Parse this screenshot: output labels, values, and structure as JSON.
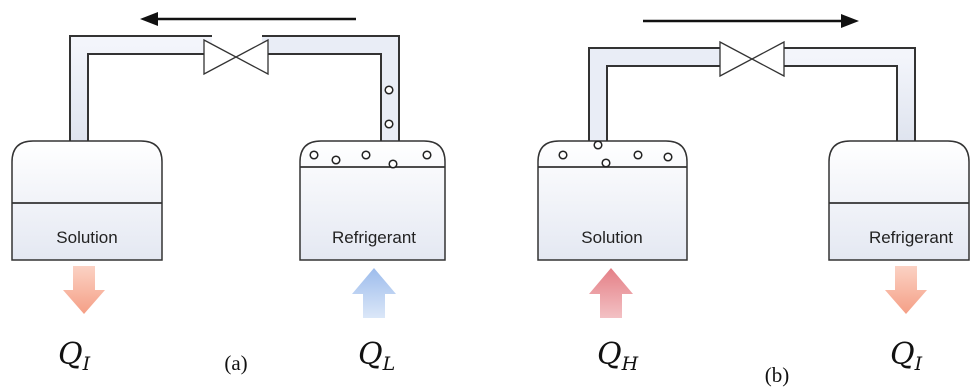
{
  "panel_a": {
    "caption": "(a)",
    "left_tank": {
      "label": "Solution"
    },
    "right_tank": {
      "label": "Refrigerant"
    },
    "left_heat": {
      "symbol": "Q",
      "subscript": "I"
    },
    "right_heat": {
      "symbol": "Q",
      "subscript": "L"
    },
    "flow_direction": "right-to-left"
  },
  "panel_b": {
    "caption": "(b)",
    "left_tank": {
      "label": "Solution"
    },
    "right_tank": {
      "label": "Refrigerant"
    },
    "left_heat": {
      "symbol": "Q",
      "subscript": "H"
    },
    "right_heat": {
      "symbol": "Q",
      "subscript": "I"
    },
    "flow_direction": "left-to-right"
  },
  "colors": {
    "hot_arrow": "#f4a58f",
    "hot_arrow_strong": "#e9868a",
    "cold_arrow": "#a9c5ee",
    "tank_fill": "#eef1f8",
    "outline": "#333333"
  }
}
